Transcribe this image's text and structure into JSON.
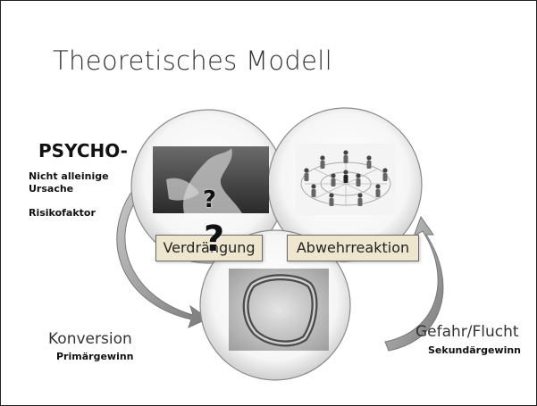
{
  "slide": {
    "title": "Theoretisches Modell"
  },
  "left_text": {
    "heading": "PSYCHO-",
    "line1": "Nicht alleinige",
    "line2": "Ursache",
    "line3": "Risikofaktor"
  },
  "boxes": {
    "left": "Verdrängung",
    "right": "Abwehrreaktion"
  },
  "bottom_left": {
    "label": "Konversion",
    "sub": "Primärgewinn"
  },
  "bottom_right": {
    "label": "Gefahr/Flucht",
    "sub": "Sekundärgewinn"
  },
  "question_mark": "?",
  "colors": {
    "box_fill": "#efe6cf",
    "circle_edge": "#8a8a8a",
    "arrow_fill": "#9a9a9a"
  },
  "images": {
    "top_left": "sculpture-photo",
    "top_right": "network-figures-photo",
    "bottom": "contorted-figure-photo"
  }
}
